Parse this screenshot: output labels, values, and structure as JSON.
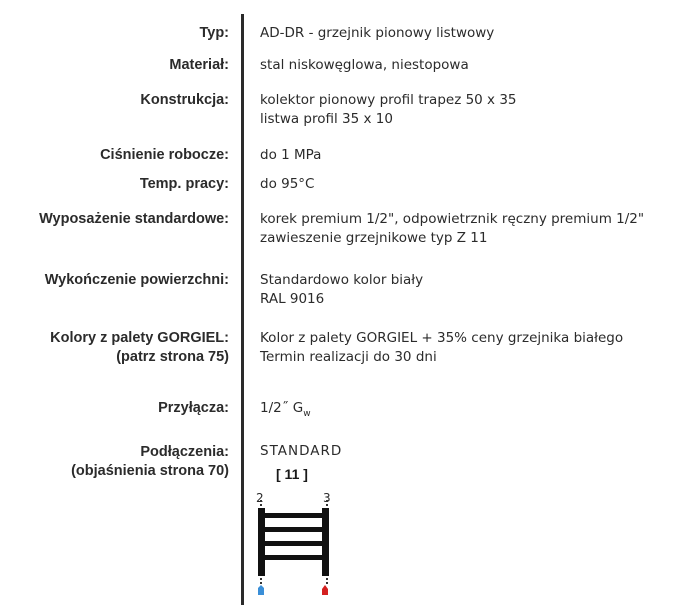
{
  "rows": [
    {
      "label": [
        "Typ:"
      ],
      "value": [
        "AD-DR - grzejnik pionowy listwowy"
      ]
    },
    {
      "label": [
        "Materiał:"
      ],
      "value": [
        "stal niskowęglowa, niestopowa"
      ]
    },
    {
      "label": [
        "Konstrukcja:"
      ],
      "value": [
        "kolektor pionowy profil trapez 50 x 35",
        "listwa profil 35 x 10"
      ]
    },
    {
      "label": [
        "Ciśnienie robocze:"
      ],
      "value": [
        "do 1 MPa"
      ]
    },
    {
      "label": [
        "Temp. pracy:"
      ],
      "value": [
        "do 95°C"
      ]
    },
    {
      "label": [
        "Wyposażenie standardowe:"
      ],
      "value": [
        "korek premium 1/2\", odpowietrznik ręczny premium 1/2\"",
        "zawieszenie grzejnikowe typ Z 11"
      ]
    },
    {
      "label": [
        "Wykończenie powierzchni:"
      ],
      "value": [
        "Standardowo kolor biały",
        "RAL 9016"
      ]
    },
    {
      "label": [
        "Kolory z palety GORGIEL:",
        "(patrz strona 75)"
      ],
      "value": [
        "Kolor z palety GORGIEL + 35% ceny grzejnika białego",
        "Termin realizacji do 30 dni"
      ]
    },
    {
      "label": [
        "Przyłącza:"
      ],
      "value": [
        "1/2˝ G"
      ],
      "value_sub": "w"
    },
    {
      "label": [
        "Podłączenia:",
        "(objaśnienia strona 70)"
      ],
      "value": [
        "STANDARD"
      ]
    }
  ],
  "connection": {
    "code": "[ 11 ]",
    "left_port": "2",
    "right_port": "3",
    "inlet_color": "#3a8fd8",
    "outlet_color": "#d42020"
  },
  "colors": {
    "text": "#2b2b2b",
    "divider": "#2a2a2a"
  }
}
